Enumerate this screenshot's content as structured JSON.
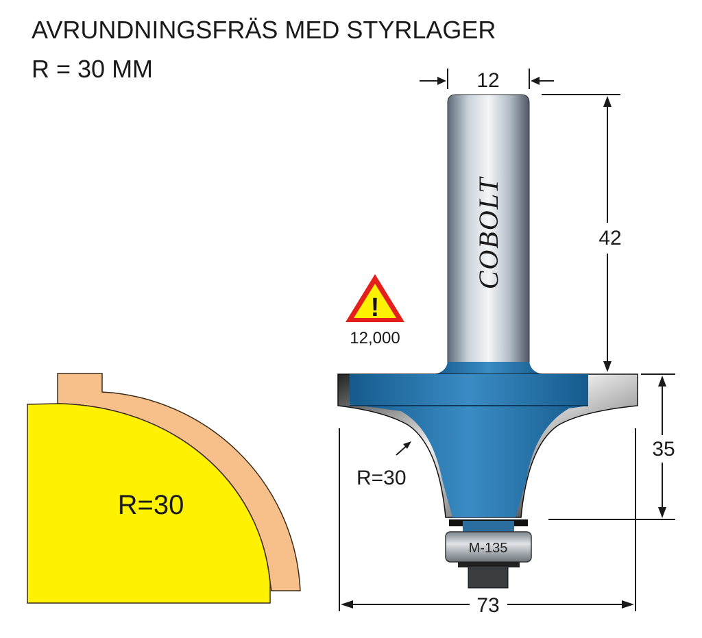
{
  "title": {
    "line1": "AVRUNDNINGSFRÄS MED STYRLAGER",
    "line2": "R = 30 MM"
  },
  "profile": {
    "label": "R=30"
  },
  "bit": {
    "brand": "COBOLT",
    "bearing_label": "M-135",
    "radius_label": "R=30"
  },
  "dimensions": {
    "shank_diameter": "12",
    "shank_length": "42",
    "cutting_height": "35",
    "overall_diameter": "73"
  },
  "warning": {
    "symbol": "!",
    "max_rpm": "12,000"
  },
  "colors": {
    "yellow": "#fff200",
    "wood": "#f7c08a",
    "blue": "#1f6fa8",
    "warning_red": "#e3201b"
  }
}
